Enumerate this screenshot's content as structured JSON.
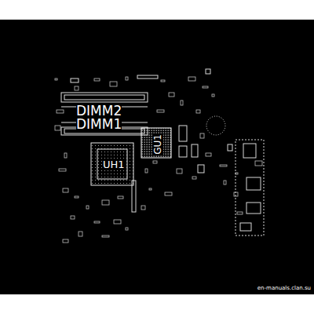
{
  "diagram": {
    "nodes": [
      {
        "text": [
          "UH1"
        ]
      },
      {
        "text": [
          "GU1"
        ]
      }
    ],
    "labels": [
      "DIMM2",
      "DIMM1",
      "en-manuals.clan.su"
    ]
  }
}
